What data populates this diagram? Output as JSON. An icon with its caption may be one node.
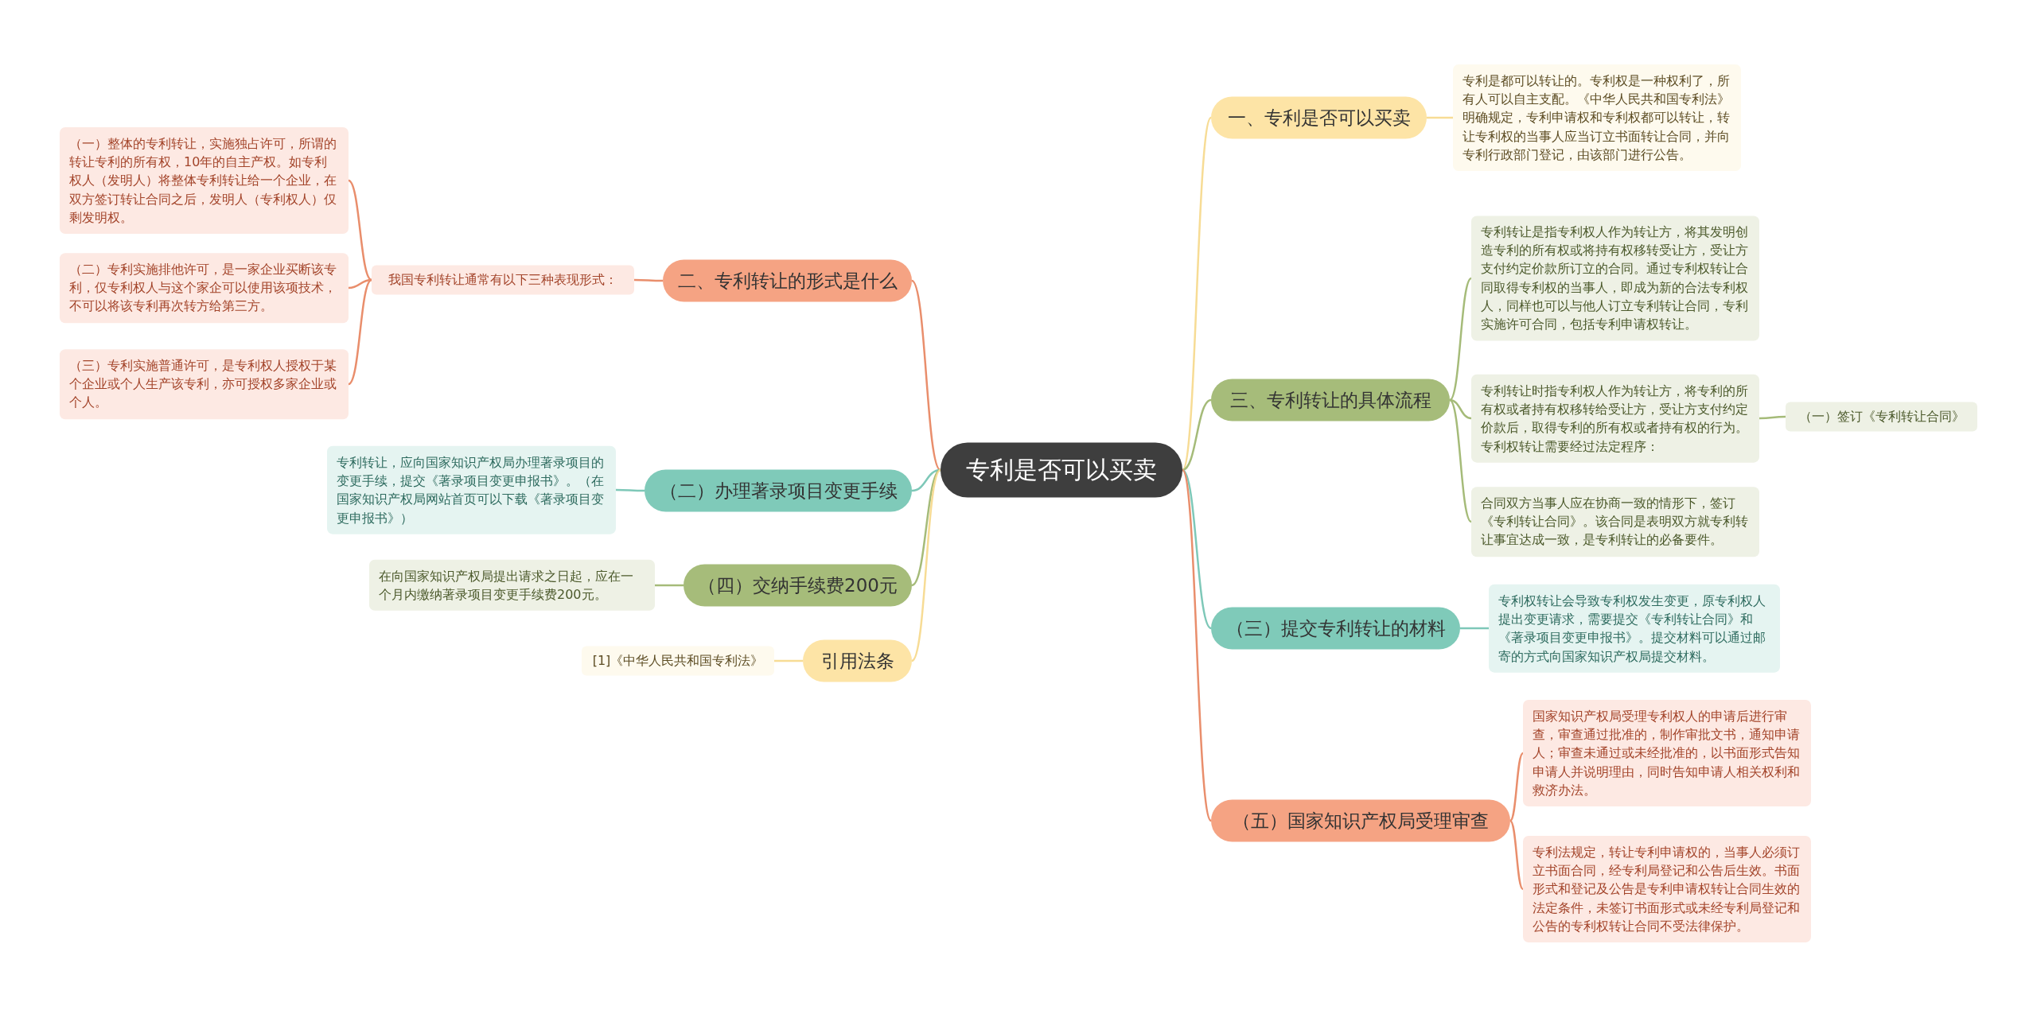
{
  "diagram": {
    "nodes": [
      {
        "text": [
          "专利是否可以买卖"
        ]
      },
      {
        "text": [
          "一、专利是否可以买卖"
        ]
      },
      {
        "text": [
          "专利是都可以转让的。专利权是一种权利了，所有人可以自主支配。《中华人民共和国专利法》明确规定，专利申请权和专利权都可以转让，转让专利权的当事人应当订立书面转让合同，并向专利行政部门登记，由该部门进行公告。"
        ]
      },
      {
        "text": [
          "三、专利转让的具体流程"
        ]
      },
      {
        "text": [
          "专利转让是指专利权人作为转让方，将其发明创造专利的所有权或将持有权移转受让方，受让方支付约定价款所订立的合同。通过专利权转让合同取得专利权的当事人，即成为新的合法专利权人，同样也可以与他人订立专利转让合同，专利实施许可合同，包括专利申请权转让。"
        ]
      },
      {
        "text": [
          "专利转让时指专利权人作为转让方，将专利的所有权或者持有权移转给受让方，受让方支付约定价款后，取得专利的所有权或者持有权的行为。专利权转让需要经过法定程序："
        ]
      },
      {
        "text": [
          "（一）签订《专利转让合同》"
        ]
      },
      {
        "text": [
          "合同双方当事人应在协商一致的情形下，签订《专利转让合同》。该合同是表明双方就专利转让事宜达成一致，是专利转让的必备要件。"
        ]
      },
      {
        "text": [
          "（三）提交专利转让的材料"
        ]
      },
      {
        "text": [
          "专利权转让会导致专利权发生变更，原专利权人提出变更请求，需要提交《专利转让合同》和《著录项目变更申报书》。提交材料可以通过邮寄的方式向国家知识产权局提交材料。"
        ]
      },
      {
        "text": [
          "（五）国家知识产权局受理审查"
        ]
      },
      {
        "text": [
          "国家知识产权局受理专利权人的申请后进行审查，审查通过批准的，制作审批文书，通知申请人；审查未通过或未经批准的，以书面形式告知申请人并说明理由，同时告知申请人相关权利和救济办法。"
        ]
      },
      {
        "text": [
          "专利法规定，转让专利申请权的，当事人必须订立书面合同，经专利局登记和公告后生效。书面形式和登记及公告是专利申请权转让合同生效的法定条件，未签订书面形式或未经专利局登记和公告的专利权转让合同不受法律保护。"
        ]
      },
      {
        "text": [
          "二、专利转让的形式是什么"
        ]
      },
      {
        "text": [
          "我国专利转让通常有以下三种表现形式："
        ]
      },
      {
        "text": [
          "（一）整体的专利转让，实施独占许可，所谓的转让专利的所有权，10年的自主产权。如专利权人（发明人）将整体专利转让给一个企业，在双方签订转让合同之后，发明人（专利权人）仅剩发明权。"
        ]
      },
      {
        "text": [
          "（二）专利实施排他许可，是一家企业买断该专利，仅专利权人与这个家企可以使用该项技术，不可以将该专利再次转方给第三方。"
        ]
      },
      {
        "text": [
          "（三）专利实施普通许可，是专利权人授权于某个企业或个人生产该专利，亦可授权多家企业或个人。"
        ]
      },
      {
        "text": [
          "（二）办理著录项目变更手续"
        ]
      },
      {
        "text": [
          "专利转让，应向国家知识产权局办理著录项目的变更手续，提交《著录项目变更申报书》。（在国家知识产权局网站首页可以下载《著录项目变更申报书》）"
        ]
      },
      {
        "text": [
          "（四）交纳手续费200元"
        ]
      },
      {
        "text": [
          "在向国家知识产权局提出请求之日起，应在一个月内缴纳著录项目变更手续费200元。"
        ]
      },
      {
        "text": [
          "引用法条"
        ]
      },
      {
        "text": [
          "[1]《中华人民共和国专利法》"
        ]
      }
    ],
    "edges": [
      {
        "from": 0,
        "to": 1,
        "arrow": "none",
        "color": "#f7dc95"
      },
      {
        "from": 1,
        "to": 2,
        "arrow": "none",
        "color": "#f7dc95"
      },
      {
        "from": 0,
        "to": 3,
        "arrow": "none",
        "color": "#a5bb79"
      },
      {
        "from": 3,
        "to": 4,
        "arrow": "none",
        "color": "#a5bb79"
      },
      {
        "from": 3,
        "to": 5,
        "arrow": "none",
        "color": "#a5bb79"
      },
      {
        "from": 5,
        "to": 6,
        "arrow": "none",
        "color": "#a5bb79"
      },
      {
        "from": 3,
        "to": 7,
        "arrow": "none",
        "color": "#a5bb79"
      },
      {
        "from": 0,
        "to": 8,
        "arrow": "none",
        "color": "#7ec8b8"
      },
      {
        "from": 8,
        "to": 9,
        "arrow": "none",
        "color": "#7ec8b8"
      },
      {
        "from": 0,
        "to": 10,
        "arrow": "none",
        "color": "#e98e6c"
      },
      {
        "from": 10,
        "to": 11,
        "arrow": "none",
        "color": "#e98e6c"
      },
      {
        "from": 10,
        "to": 12,
        "arrow": "none",
        "color": "#e98e6c"
      },
      {
        "from": 0,
        "to": 13,
        "arrow": "none",
        "color": "#e98e6c"
      },
      {
        "from": 13,
        "to": 14,
        "arrow": "none",
        "color": "#e98e6c"
      },
      {
        "from": 14,
        "to": 15,
        "arrow": "none",
        "color": "#e98e6c"
      },
      {
        "from": 14,
        "to": 16,
        "arrow": "none",
        "color": "#e98e6c"
      },
      {
        "from": 14,
        "to": 17,
        "arrow": "none",
        "color": "#e98e6c"
      },
      {
        "from": 0,
        "to": 18,
        "arrow": "none",
        "color": "#7ec8b8"
      },
      {
        "from": 18,
        "to": 19,
        "arrow": "none",
        "color": "#7ec8b8"
      },
      {
        "from": 0,
        "to": 20,
        "arrow": "none",
        "color": "#a5bb79"
      },
      {
        "from": 20,
        "to": 21,
        "arrow": "none",
        "color": "#a5bb79"
      },
      {
        "from": 0,
        "to": 22,
        "arrow": "none",
        "color": "#f7dc95"
      },
      {
        "from": 22,
        "to": 23,
        "arrow": "none",
        "color": "#f7dc95"
      }
    ]
  }
}
